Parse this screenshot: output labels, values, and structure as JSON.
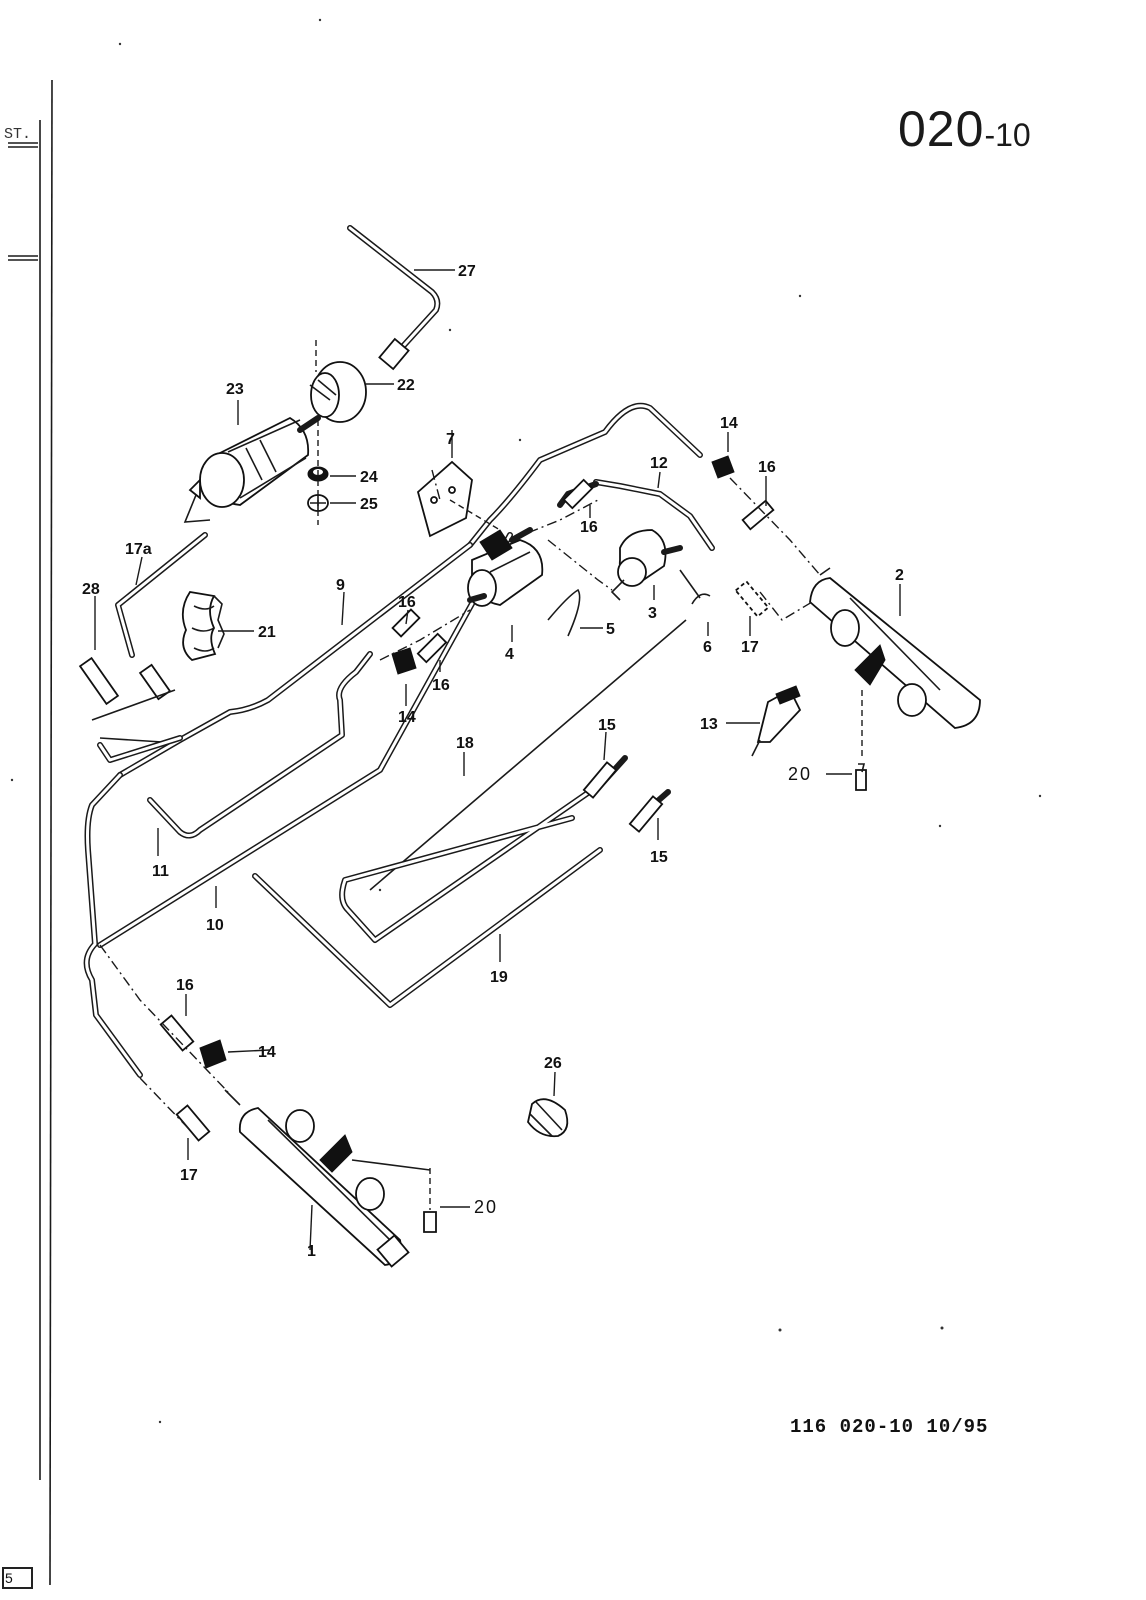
{
  "page_code": {
    "main": "020",
    "suffix": "-10"
  },
  "footer_ref": "116 020-10 10/95",
  "margin": {
    "top_left": "ST.",
    "bottom_left": "5"
  },
  "callouts": {
    "c1": "1",
    "c2": "2",
    "c3": "3",
    "c4": "4",
    "c5": "5",
    "c6": "6",
    "c7": "7",
    "c9": "9",
    "c10": "10",
    "c11": "11",
    "c12": "12",
    "c13": "13",
    "c14a": "14",
    "c14b": "14",
    "c14c": "14",
    "c15a": "15",
    "c15b": "15",
    "c16a": "16",
    "c16b": "16",
    "c16c": "16",
    "c16d": "16",
    "c16e": "16",
    "c17a": "17",
    "c17b": "17",
    "c17c": "17a",
    "c18": "18",
    "c19": "19",
    "c20a": "20",
    "c20b": "20",
    "c21": "21",
    "c22": "22",
    "c23": "23",
    "c24": "24",
    "c25": "25",
    "c26": "26",
    "c27": "27",
    "c28": "28"
  }
}
